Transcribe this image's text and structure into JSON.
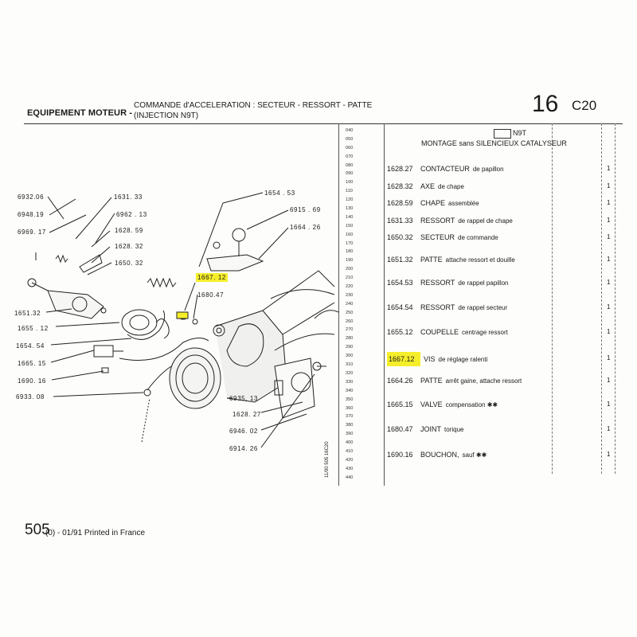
{
  "header": {
    "title": "EQUIPEMENT MOTEUR -",
    "subtitle_line1": "COMMANDE d'ACCELERATION : SECTEUR - RESSORT - PATTE",
    "subtitle_line2": "(INJECTION N9T)",
    "page_number": "16",
    "section_code": "C20"
  },
  "ruler": [
    "040",
    "050",
    "060",
    "070",
    "080",
    "090",
    "100",
    "110",
    "120",
    "130",
    "140",
    "150",
    "160",
    "170",
    "180",
    "190",
    "200",
    "210",
    "220",
    "230",
    "240",
    "250",
    "260",
    "270",
    "280",
    "290",
    "300",
    "310",
    "320",
    "330",
    "340",
    "350",
    "360",
    "370",
    "380",
    "390",
    "400",
    "410",
    "420",
    "430",
    "440"
  ],
  "parts_header": {
    "code": "N9T",
    "title": "MONTAGE sans SILENCIEUX CATALYSEUR"
  },
  "parts": [
    {
      "ref": "1628.27",
      "name": "CONTACTEUR",
      "desc": "de papillon",
      "qty": "1",
      "highlight": false
    },
    {
      "ref": "1628.32",
      "name": "AXE",
      "desc": "de chape",
      "qty": "1",
      "highlight": false
    },
    {
      "ref": "1628.59",
      "name": "CHAPE",
      "desc": "assemblée",
      "qty": "1",
      "highlight": false
    },
    {
      "ref": "1631.33",
      "name": "RESSORT",
      "desc": "de rappel de chape",
      "qty": "1",
      "highlight": false
    },
    {
      "ref": "1650.32",
      "name": "SECTEUR",
      "desc": "de commande",
      "qty": "1",
      "highlight": false
    },
    {
      "ref": "1651.32",
      "name": "PATTE",
      "desc": "attache ressort et douille",
      "qty": "1",
      "highlight": false
    },
    {
      "ref": "1654.53",
      "name": "RESSORT",
      "desc": "de rappel papillon",
      "qty": "1",
      "highlight": false
    },
    {
      "ref": "1654.54",
      "name": "RESSORT",
      "desc": "de rappel secteur",
      "qty": "1",
      "highlight": false
    },
    {
      "ref": "1655.12",
      "name": "COUPELLE",
      "desc": "centrage ressort",
      "qty": "1",
      "highlight": false
    },
    {
      "ref": "1667.12",
      "name": "VIS",
      "desc": "de réglage ralenti",
      "qty": "1",
      "highlight": true
    },
    {
      "ref": "1664.26",
      "name": "PATTE",
      "desc": "arrêt gaine, attache ressort",
      "qty": "1",
      "highlight": false
    },
    {
      "ref": "1665.15",
      "name": "VALVE",
      "desc": "compensation ✱✱",
      "qty": "1",
      "highlight": false
    },
    {
      "ref": "1680.47",
      "name": "JOINT",
      "desc": "torique",
      "qty": "1",
      "highlight": false
    },
    {
      "ref": "1690.16",
      "name": "BOUCHON,",
      "desc": "sauf ✱✱",
      "qty": "1",
      "highlight": false
    }
  ],
  "callouts": {
    "c6932_06": "6932.06",
    "c1631_33": "1631. 33",
    "c6948_19": "6948.19",
    "c6962_13": "6962 . 13",
    "c6969_17": "6969. 17",
    "c1628_59": "1628. 59",
    "c1628_32": "1628. 32",
    "c1650_32": "1650. 32",
    "c1651_32": "1651.32",
    "c1655_12": "1655 . 12",
    "c1654_54": "1654. 54",
    "c1665_15": "1665. 15",
    "c1690_16": "1690. 16",
    "c6933_08": "6933. 08",
    "c1654_53": "1654 . 53",
    "c6915_69": "6915 . 69",
    "c1664_26": "1664 . 26",
    "c1667_12": "1667. 12",
    "c1680_47": "1680.47",
    "c6935_13": "6935. 13",
    "c1628_27": "1628. 27",
    "c6946_02": "6946. 02",
    "c6914_26": "6914. 26"
  },
  "vertical_code": "11/90 505 16C20",
  "footer": {
    "number": "505",
    "text": "(0) - 01/91 Printed in France"
  },
  "colors": {
    "highlight": "#f5ee2a",
    "ink": "#1a1a1a"
  }
}
